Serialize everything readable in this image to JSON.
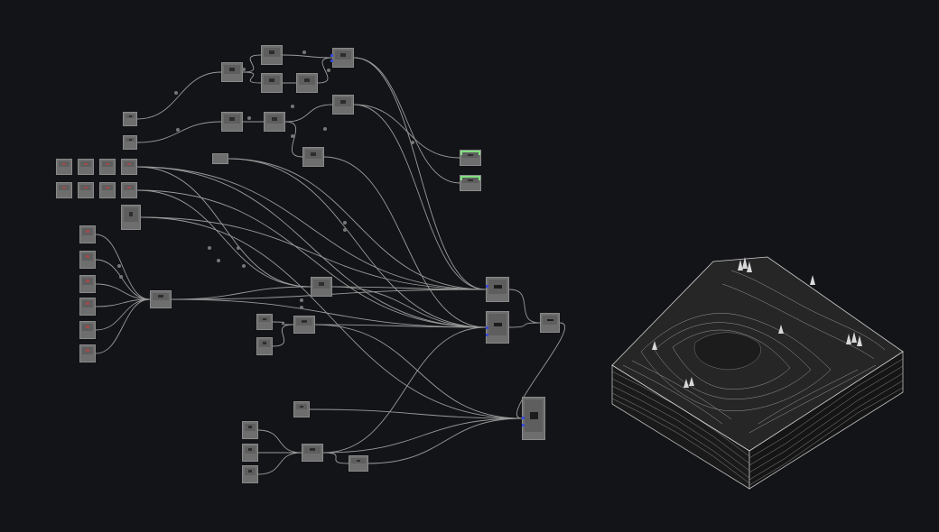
{
  "app": {
    "background": "#131417",
    "wire_color": "#9a9a9a",
    "accent_green": "#7fe07f",
    "port_blue": "#3a4ad8"
  },
  "nodes": [
    {
      "id": "n_a1",
      "cap": "",
      "kind": ""
    },
    {
      "id": "n_a2",
      "cap": "",
      "kind": ""
    },
    {
      "id": "n_a3",
      "cap": "",
      "kind": ""
    },
    {
      "id": "n_a4",
      "cap": "",
      "kind": ""
    },
    {
      "id": "n_a5",
      "cap": "",
      "kind": ""
    },
    {
      "id": "n_a6",
      "cap": "",
      "kind": ""
    },
    {
      "id": "n_a7",
      "cap": "",
      "kind": ""
    },
    {
      "id": "n_a8",
      "cap": "",
      "kind": ""
    },
    {
      "id": "n_a9",
      "cap": "",
      "kind": ""
    },
    {
      "id": "n_a10",
      "cap": "",
      "kind": ""
    },
    {
      "id": "n_src1",
      "cap": "",
      "kind": ""
    },
    {
      "id": "n_src2",
      "cap": "",
      "kind": ""
    },
    {
      "id": "r1",
      "cap": "",
      "kind": "red"
    },
    {
      "id": "r2",
      "cap": "",
      "kind": "red"
    },
    {
      "id": "r3",
      "cap": "",
      "kind": "red"
    },
    {
      "id": "r4",
      "cap": "",
      "kind": "red"
    },
    {
      "id": "r5",
      "cap": "",
      "kind": "red"
    },
    {
      "id": "r6",
      "cap": "",
      "kind": "red"
    },
    {
      "id": "r7",
      "cap": "",
      "kind": "red"
    },
    {
      "id": "r8",
      "cap": "",
      "kind": "red"
    },
    {
      "id": "n_mix",
      "cap": "",
      "kind": ""
    },
    {
      "id": "c1",
      "cap": "",
      "kind": "red"
    },
    {
      "id": "c2",
      "cap": "",
      "kind": "red"
    },
    {
      "id": "c3",
      "cap": "",
      "kind": "red"
    },
    {
      "id": "c4",
      "cap": "",
      "kind": "red"
    },
    {
      "id": "c5",
      "cap": "",
      "kind": "red"
    },
    {
      "id": "c6",
      "cap": "",
      "kind": "red"
    },
    {
      "id": "n_sum",
      "cap": "",
      "kind": ""
    },
    {
      "id": "n_mid",
      "cap": "",
      "kind": ""
    },
    {
      "id": "n_out1",
      "cap": "",
      "kind": ""
    },
    {
      "id": "n_out2",
      "cap": "",
      "kind": ""
    },
    {
      "id": "n_out3",
      "cap": "",
      "kind": ""
    },
    {
      "id": "n_out4",
      "cap": "",
      "kind": ""
    },
    {
      "id": "m1",
      "cap": "",
      "kind": ""
    },
    {
      "id": "m2",
      "cap": "",
      "kind": ""
    },
    {
      "id": "n_m3",
      "cap": "",
      "kind": ""
    },
    {
      "id": "n_b1",
      "cap": "",
      "kind": ""
    },
    {
      "id": "b1",
      "cap": "",
      "kind": ""
    },
    {
      "id": "b2",
      "cap": "",
      "kind": ""
    },
    {
      "id": "b3",
      "cap": "",
      "kind": ""
    },
    {
      "id": "n_b2",
      "cap": "",
      "kind": ""
    },
    {
      "id": "n_b3",
      "cap": "",
      "kind": ""
    },
    {
      "id": "n_g1",
      "cap": "",
      "kind": "green",
      "label": ""
    },
    {
      "id": "n_g2",
      "cap": "",
      "kind": "green",
      "label": ""
    },
    {
      "id": "n_tiny",
      "cap": "",
      "kind": ""
    }
  ],
  "value_labels": [
    {
      "id": "v1",
      "text": ""
    },
    {
      "id": "v2",
      "text": ""
    },
    {
      "id": "v3",
      "text": ""
    },
    {
      "id": "v4",
      "text": ""
    },
    {
      "id": "v5",
      "text": ""
    },
    {
      "id": "v6",
      "text": ""
    },
    {
      "id": "v7",
      "text": ""
    },
    {
      "id": "v8",
      "text": ""
    },
    {
      "id": "v9",
      "text": ""
    },
    {
      "id": "v10",
      "text": ""
    },
    {
      "id": "v11",
      "text": ""
    },
    {
      "id": "v12",
      "text": ""
    },
    {
      "id": "v13",
      "text": ""
    },
    {
      "id": "v14",
      "text": ""
    },
    {
      "id": "v15",
      "text": ""
    },
    {
      "id": "v16",
      "text": ""
    },
    {
      "id": "v17",
      "text": ""
    },
    {
      "id": "v18",
      "text": ""
    },
    {
      "id": "v19",
      "text": ""
    },
    {
      "id": "v20",
      "text": ""
    }
  ]
}
